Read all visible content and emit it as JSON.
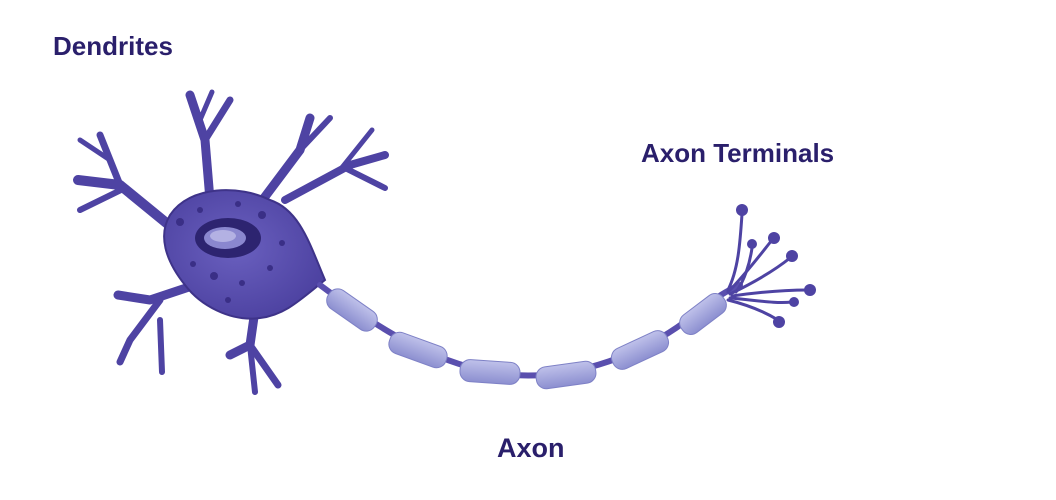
{
  "labels": {
    "dendrites": "Dendrites",
    "axon_terminals": "Axon Terminals",
    "axon": "Axon"
  },
  "colors": {
    "label_text": "#2a1f6b",
    "cell_body": "#5a4fae",
    "cell_body_dark": "#3e3389",
    "nucleus": "#2d2470",
    "myelin": "#a6a8dc",
    "axon_core": "#5a4fae"
  }
}
